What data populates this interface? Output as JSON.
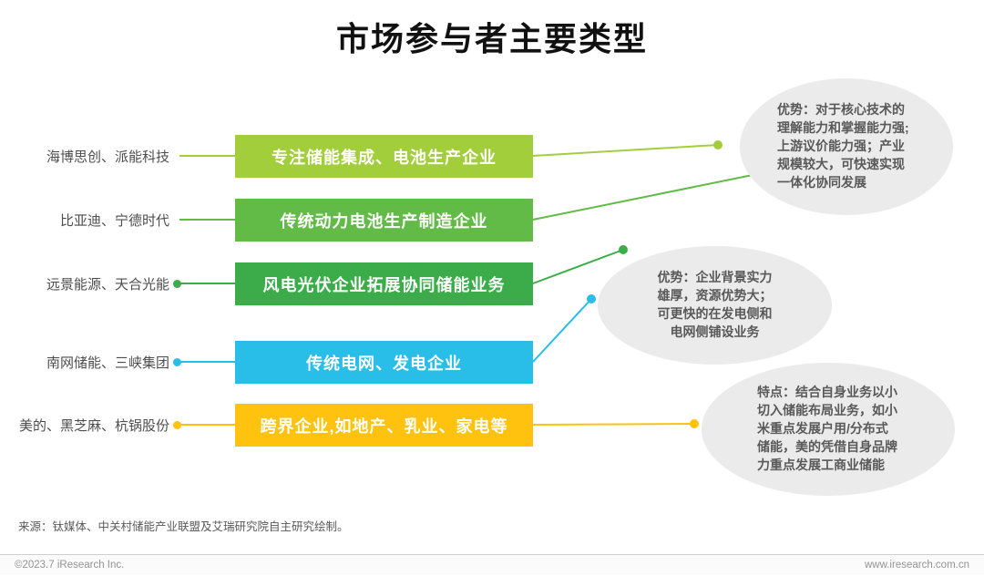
{
  "title": "市场参与者主要类型",
  "colors": {
    "bar1": "#A3CE3B",
    "bar2": "#61BB46",
    "bar3": "#3BAC49",
    "bar4": "#29BEE8",
    "bar5": "#FFC20E",
    "bubble_bg": "#EBEBEB"
  },
  "rows": [
    {
      "label": "海博思创、派能科技",
      "bar": "专注储能集成、电池生产企业"
    },
    {
      "label": "比亚迪、宁德时代",
      "bar": "传统动力电池生产制造企业"
    },
    {
      "label": "远景能源、天合光能",
      "bar": "风电光伏企业拓展协同储能业务"
    },
    {
      "label": "南网储能、三峡集团",
      "bar": "传统电网、发电企业"
    },
    {
      "label": "美的、黑芝麻、杭锅股份",
      "bar": "跨界企业,如地产、乳业、家电等"
    }
  ],
  "bubbles": [
    {
      "text": "优势：对于核心技术的理解能力和掌握能力强;上游议价能力强；产业规模较大，可快速实现一体化协同发展"
    },
    {
      "text": "优势：企业背景实力雄厚，资源优势大；可更快的在发电侧和电网侧铺设业务"
    },
    {
      "text": "特点：结合自身业务以小切入储能布局业务，如小米重点发展户用/分布式储能，美的凭借自身品牌力重点发展工商业储能"
    }
  ],
  "footer": {
    "source": "来源：钛媒体、中关村储能产业联盟及艾瑞研究院自主研究绘制。",
    "copyright": "©2023.7 iResearch Inc.",
    "website": "www.iresearch.com.cn"
  }
}
